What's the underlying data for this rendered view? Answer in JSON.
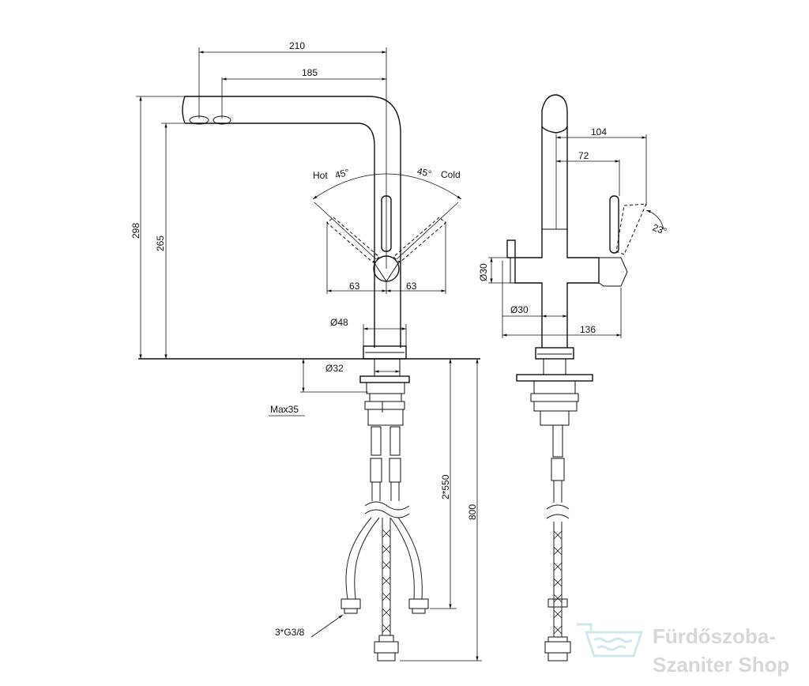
{
  "dimensions": {
    "spout_reach_outer": "210",
    "spout_reach_inner": "185",
    "total_height": "298",
    "spout_height": "265",
    "hot_label": "Hot",
    "hot_angle": "45°",
    "cold_angle": "45°",
    "cold_label": "Cold",
    "lever_offset_left": "63",
    "lever_offset_right": "63",
    "base_diameter": "Ø48",
    "shank_diameter": "Ø32",
    "max_deck": "Max35",
    "hose_length": "2*550",
    "total_length": "800",
    "connection": "3*G3/8",
    "side_spout_reach": "104",
    "side_lever_reach": "72",
    "side_lever_angle": "23°",
    "side_knob_diameter": "Ø30",
    "side_body_diameter": "Ø30",
    "side_width": "136"
  },
  "watermark": {
    "line1": "Fürdőszoba-",
    "line2": "Szaniter Shop",
    "color": "#d7d7d7",
    "icon": "bathtub-icon"
  }
}
